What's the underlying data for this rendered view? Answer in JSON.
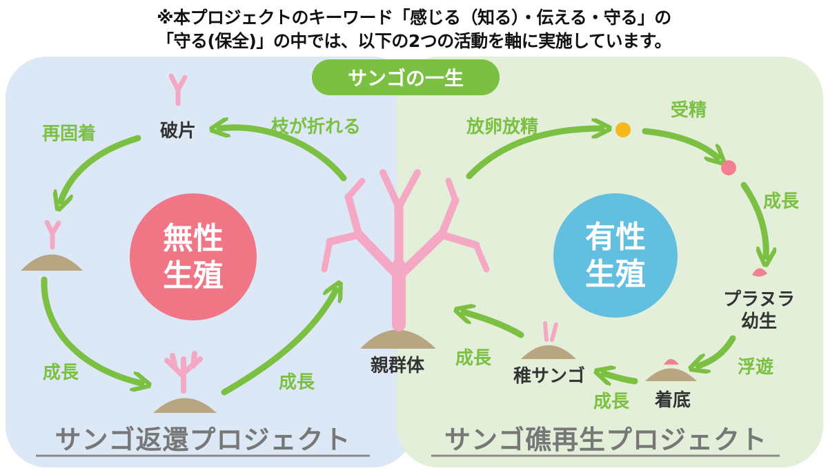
{
  "header": {
    "line1": "※本プロジェクトのキーワード「感じる（知る）・伝える・守る」の",
    "line2": "「守る(保全)」の中では、以下の2つの活動を軸に実施しています。"
  },
  "badge": {
    "label": "サンゴの一生"
  },
  "asexual": {
    "circle_line1": "無性",
    "circle_line2": "生殖",
    "fragment_label": "破片",
    "branch_breaks_label": "枝が折れる",
    "reattach_label": "再固着",
    "growth_left_label": "成長",
    "growth_bottom_label": "成長"
  },
  "parent": {
    "label": "親群体"
  },
  "sexual": {
    "circle_line1": "有性",
    "circle_line2": "生殖",
    "spawning_label": "放卵放精",
    "fertilization_label": "受精",
    "growth_right_label": "成長",
    "planula_line1": "プラヌラ",
    "planula_line2": "幼生",
    "floating_label": "浮遊",
    "settlement_label": "着底",
    "growth_bottom_label": "成長",
    "juvenile_label": "稚サンゴ",
    "growth_to_parent_label": "成長"
  },
  "projects": {
    "left": "サンゴ返還プロジェクト",
    "right": "サンゴ礁再生プロジェクト"
  },
  "colors": {
    "arrow_green": "#7cc043",
    "asexual_circle": "#f07585",
    "sexual_circle": "#62bfe0",
    "coral_pink": "#f5a8c4",
    "rock_brown": "#b8a582",
    "egg_yellow": "#f7b81e",
    "egg_pink": "#f18090"
  }
}
